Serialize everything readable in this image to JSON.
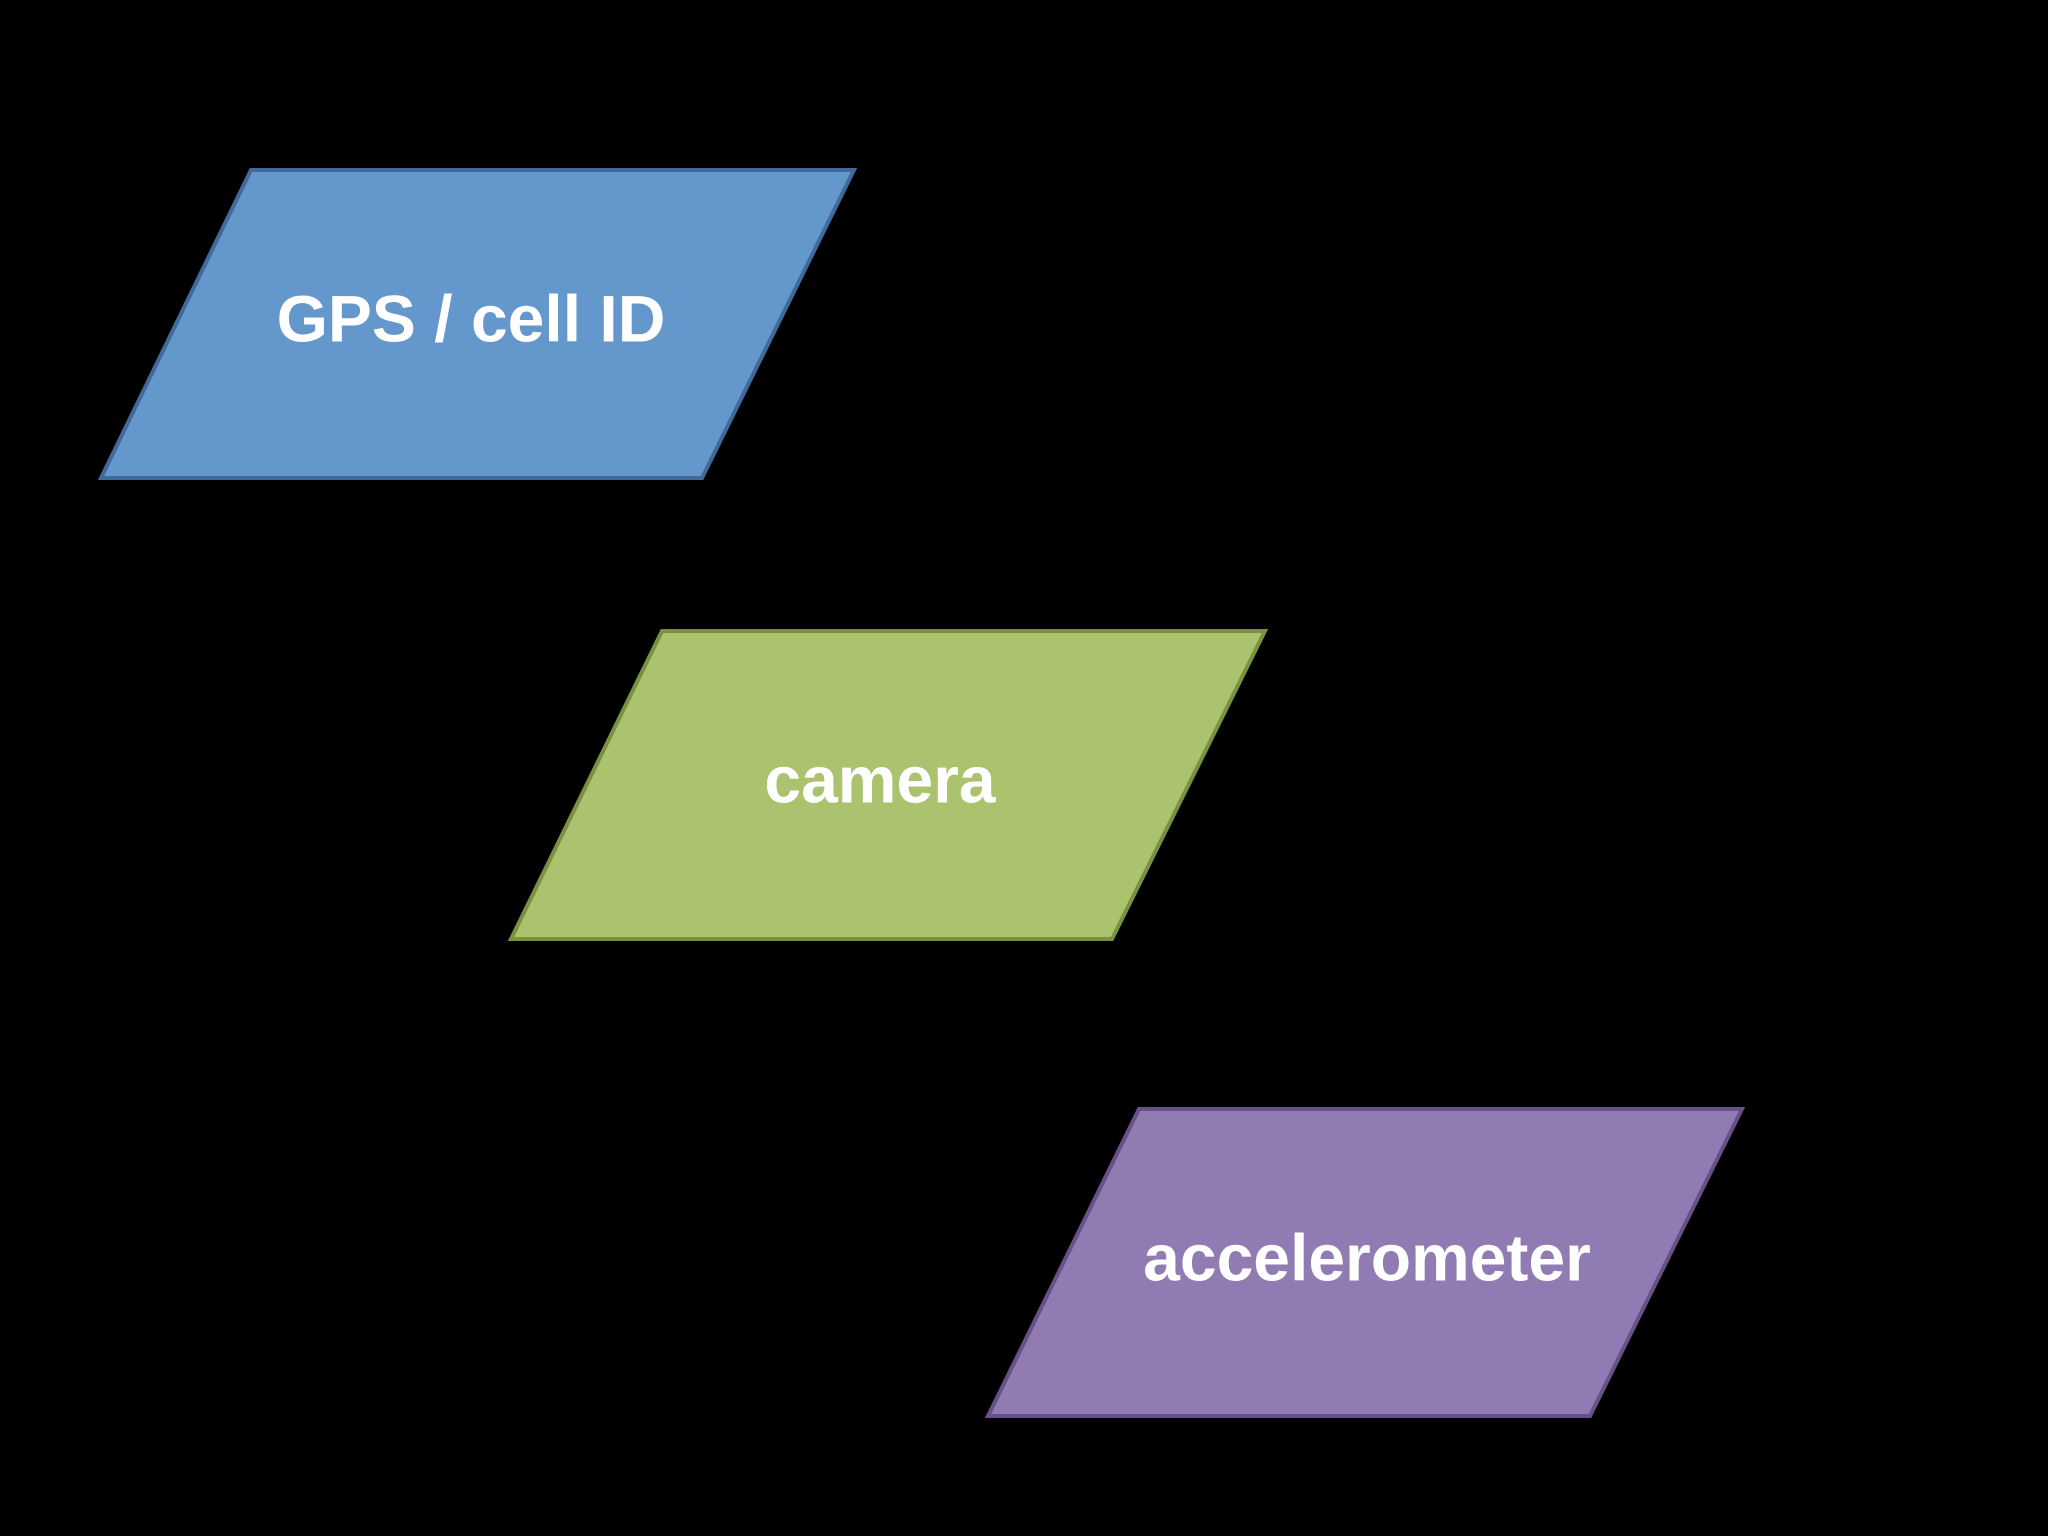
{
  "diagram": {
    "background": "#000000",
    "nodes": [
      {
        "id": "gps",
        "label": "GPS / cell ID",
        "fill": "#6497cb",
        "stroke": "#41699a"
      },
      {
        "id": "camera",
        "label": "camera",
        "fill": "#abc36f",
        "stroke": "#7b9142"
      },
      {
        "id": "accelerometer",
        "label": "accelerometer",
        "fill": "#917bb3",
        "stroke": "#685188"
      }
    ]
  }
}
